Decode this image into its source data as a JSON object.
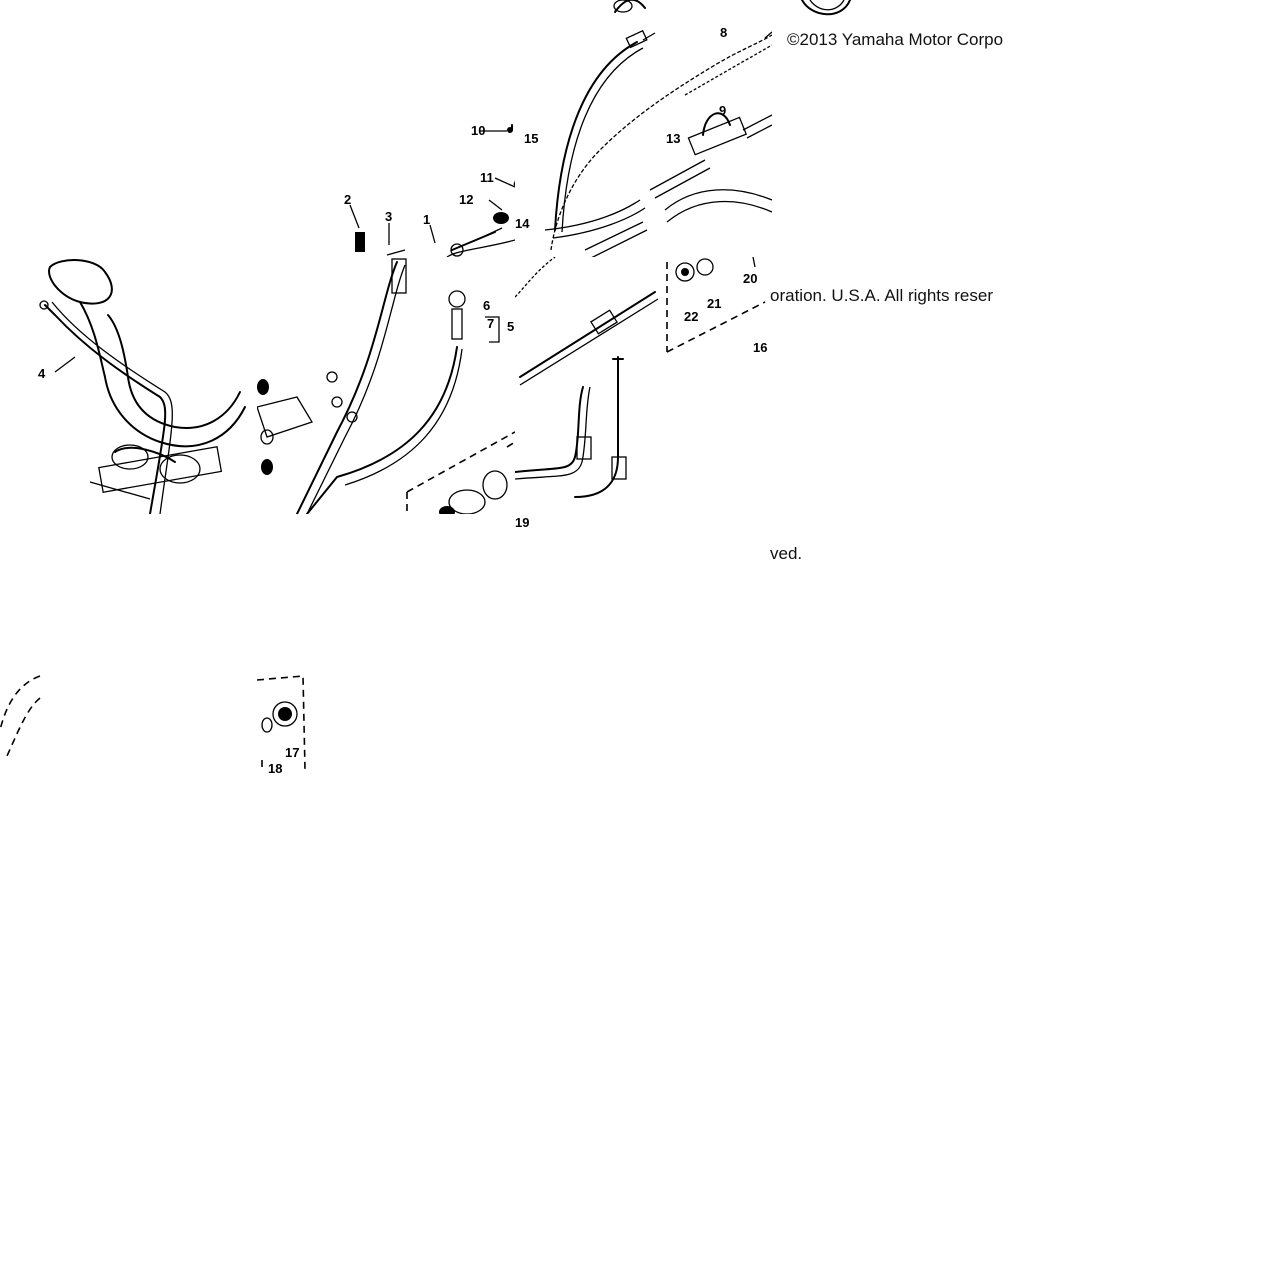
{
  "copyright": {
    "part_a": "©2013 Yamaha Motor Corpo",
    "part_b": "oration. U.S.A. All rights reser",
    "part_c": "ved."
  },
  "callouts": [
    "1",
    "2",
    "3",
    "4",
    "5",
    "6",
    "7",
    "8",
    "9",
    "10",
    "11",
    "12",
    "13",
    "14",
    "15",
    "16",
    "17",
    "18",
    "19",
    "20",
    "21",
    "22"
  ]
}
